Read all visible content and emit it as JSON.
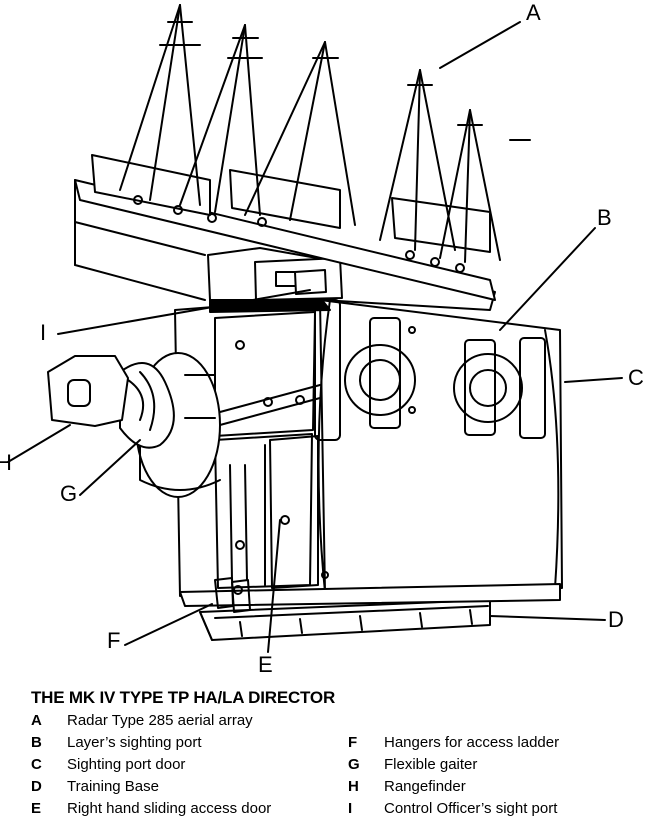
{
  "callouts": {
    "A": "A",
    "B": "B",
    "C": "C",
    "D": "D",
    "E": "E",
    "F": "F",
    "G": "G",
    "H": "H",
    "I": "I"
  },
  "caption": {
    "title": "THE MK IV TYPE TP HA/LA DIRECTOR",
    "legend_left": [
      {
        "key": "A",
        "text": "Radar Type 285 aerial array"
      },
      {
        "key": "B",
        "text": "Layer’s sighting port"
      },
      {
        "key": "C",
        "text": "Sighting port door"
      },
      {
        "key": "D",
        "text": "Training Base"
      },
      {
        "key": "E",
        "text": "Right hand sliding access door"
      }
    ],
    "legend_right": [
      {
        "key": "F",
        "text": "Hangers for access ladder"
      },
      {
        "key": "G",
        "text": "Flexible gaiter"
      },
      {
        "key": "H",
        "text": "Rangefinder"
      },
      {
        "key": "I",
        "text": "Control Officer’s sight port"
      }
    ]
  }
}
